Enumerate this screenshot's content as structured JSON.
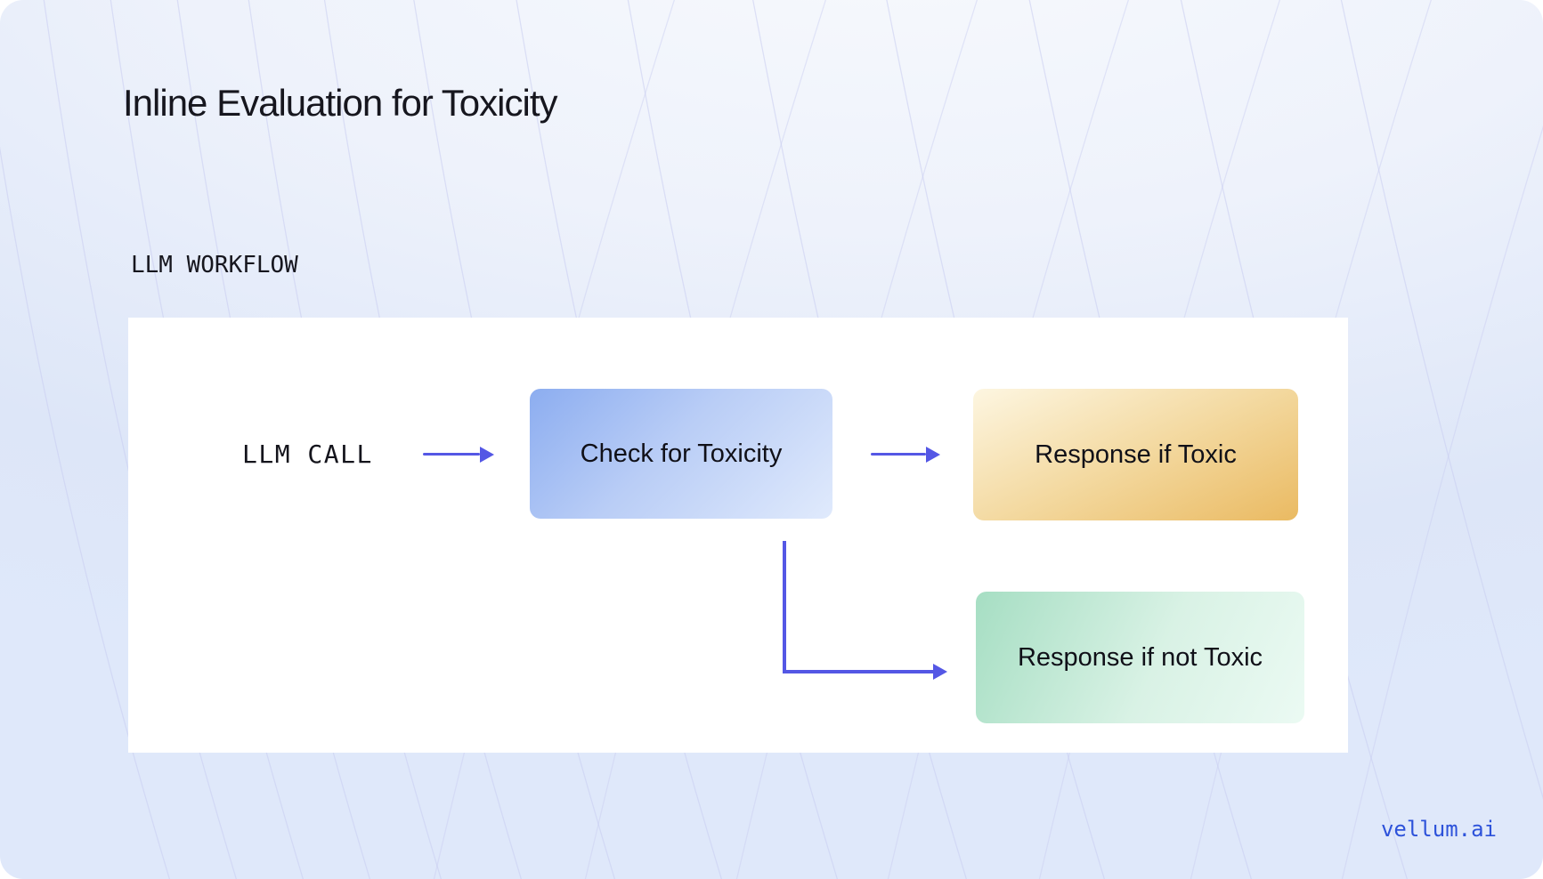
{
  "page": {
    "title": "Inline Evaluation for Toxicity",
    "section_label": "LLM WORKFLOW",
    "brand": "vellum.ai"
  },
  "diagram": {
    "nodes": [
      {
        "id": "llm-call",
        "label": "LLM CALL",
        "type": "text"
      },
      {
        "id": "check",
        "label": "Check for Toxicity",
        "type": "box-blue"
      },
      {
        "id": "toxic",
        "label": "Response if Toxic",
        "type": "box-orange"
      },
      {
        "id": "not-toxic",
        "label": "Response if not Toxic",
        "type": "box-green"
      }
    ],
    "edges": [
      {
        "from": "llm-call",
        "to": "check",
        "shape": "straight-right"
      },
      {
        "from": "check",
        "to": "toxic",
        "shape": "straight-right"
      },
      {
        "from": "check",
        "to": "not-toxic",
        "shape": "elbow-down-right"
      }
    ]
  },
  "colors": {
    "accent": "#5457e5",
    "brand": "#2d52da",
    "title_color": "#16161e",
    "blue_from": "#8cadf0",
    "blue_to": "#e0eafc",
    "orange_from": "#fdf6e1",
    "orange_to": "#eaba62",
    "green_from": "#a6dec3",
    "green_to": "#ebfaf3",
    "panel_bg": "#ffffff",
    "background_line": "#c9cdf1"
  }
}
